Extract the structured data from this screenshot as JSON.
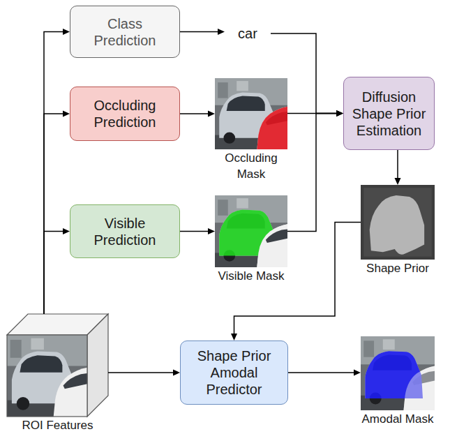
{
  "diagram": {
    "nodes": [
      {
        "text": [
          "Class Prediction"
        ]
      },
      {
        "text": [
          "car"
        ]
      },
      {
        "text": [
          "Occluding Prediction"
        ]
      },
      {
        "text": [
          "Occluding Mask"
        ]
      },
      {
        "text": [
          "Diffusion Shape Prior Estimation"
        ]
      },
      {
        "text": [
          "Visible Prediction"
        ]
      },
      {
        "text": [
          "Visible Mask"
        ]
      },
      {
        "text": [
          "Shape Prior"
        ]
      },
      {
        "text": [
          "ROI Features"
        ]
      },
      {
        "text": [
          "Shape Prior Amodal Predictor"
        ]
      },
      {
        "text": [
          "Amodal Mask"
        ]
      }
    ],
    "edges": [
      {
        "from": 8,
        "to": 0,
        "arrow": "to"
      },
      {
        "from": 8,
        "to": 2,
        "arrow": "to"
      },
      {
        "from": 8,
        "to": 5,
        "arrow": "to"
      },
      {
        "from": 0,
        "to": 1,
        "arrow": "to"
      },
      {
        "from": 2,
        "to": 3,
        "arrow": "to"
      },
      {
        "from": 5,
        "to": 6,
        "arrow": "to"
      },
      {
        "from": 1,
        "to": 4,
        "arrow": "to"
      },
      {
        "from": 3,
        "to": 4,
        "arrow": "to"
      },
      {
        "from": 6,
        "to": 4,
        "arrow": "to"
      },
      {
        "from": 4,
        "to": 7,
        "arrow": "to"
      },
      {
        "from": 7,
        "to": 9,
        "arrow": "to"
      },
      {
        "from": 8,
        "to": 9,
        "arrow": "to"
      },
      {
        "from": 9,
        "to": 10,
        "arrow": "to"
      }
    ]
  }
}
